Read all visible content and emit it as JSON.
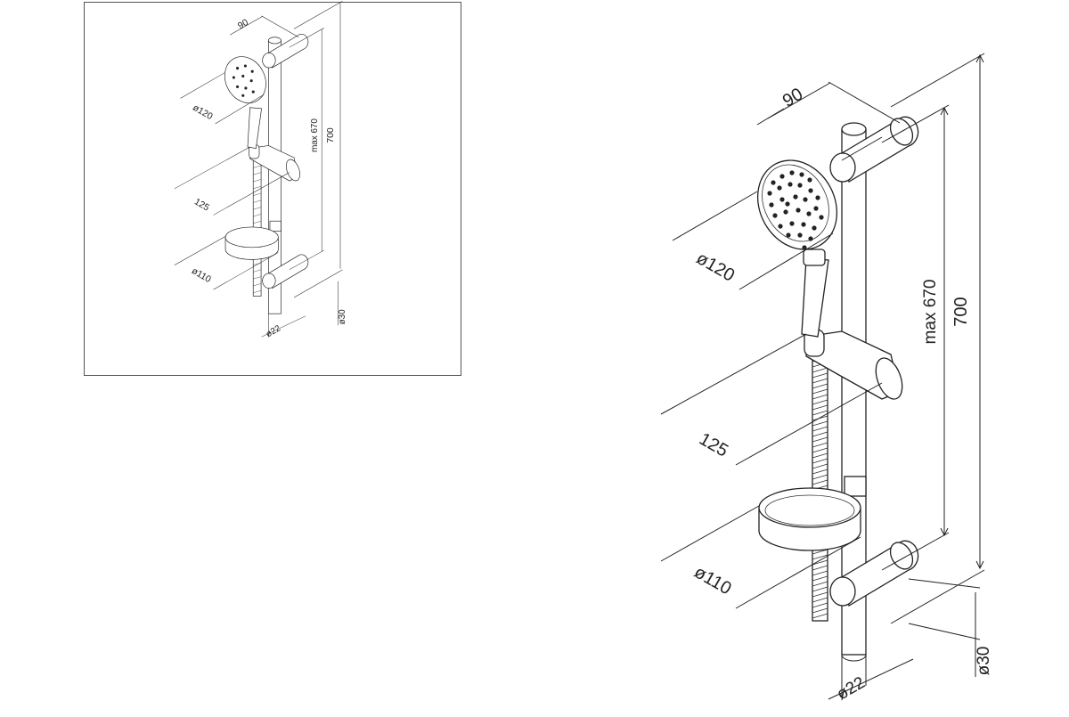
{
  "dimensions": {
    "bar_height": "700",
    "max_travel": "max 670",
    "bracket_depth": "90",
    "head_diameter": "ø120",
    "holder_offset": "125",
    "dish_diameter": "ø110",
    "bar_diameter": "ø22",
    "bracket_diameter": "ø30"
  },
  "colors": {
    "line": "#222222",
    "background": "#ffffff",
    "frame": "#555555"
  }
}
